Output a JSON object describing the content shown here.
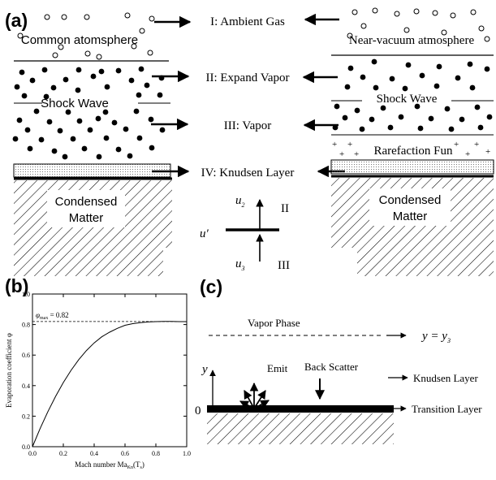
{
  "panel_a": {
    "letter": "(a)",
    "left_top_label": "Common atomsphere",
    "right_top_label": "Near-vacuum atmosphere",
    "left_shock": "Shock Wave",
    "right_shock": "Shock Wave",
    "rarefaction": "Rarefaction Fun",
    "left_condensed": [
      "Condensed",
      "Matter"
    ],
    "right_condensed": [
      "Condensed",
      "Matter"
    ],
    "regions": [
      "I: Ambient Gas",
      "II: Expand Vapor",
      "III: Vapor",
      "IV: Knudsen Layer"
    ],
    "inset": {
      "u2": "u",
      "u2_sub": "2",
      "u3": "u",
      "u3_sub": "3",
      "uprime": "u′",
      "II": "II",
      "III": "III"
    }
  },
  "panel_b": {
    "letter": "(b)",
    "annotation": "φ",
    "annotation_sub": "max",
    "annotation_value": "= 0.82",
    "chart_data": {
      "type": "line",
      "title": "",
      "xlabel": "Mach number Ma",
      "xlabel_sub": "Kn",
      "xlabel_tail": "(T",
      "xlabel_tail_sub": "s",
      "xlabel_end": ")",
      "ylabel": "Evaporation coefficient φ",
      "xlim": [
        0,
        1.0
      ],
      "ylim": [
        0,
        1.0
      ],
      "xticks": [
        "0.0",
        "0.2",
        "0.4",
        "0.6",
        "0.8",
        "1.0"
      ],
      "yticks": [
        "0.0",
        "0.2",
        "0.4",
        "0.6",
        "0.8",
        "1.0"
      ],
      "hline": 0.82,
      "series": [
        {
          "x": [
            0.0,
            0.05,
            0.1,
            0.15,
            0.2,
            0.25,
            0.3,
            0.35,
            0.4,
            0.45,
            0.5,
            0.55,
            0.6,
            0.65,
            0.7,
            0.75,
            0.8,
            0.85,
            0.9,
            0.95,
            1.0
          ],
          "y": [
            0.0,
            0.12,
            0.23,
            0.33,
            0.42,
            0.5,
            0.57,
            0.63,
            0.68,
            0.72,
            0.75,
            0.775,
            0.795,
            0.806,
            0.813,
            0.817,
            0.819,
            0.82,
            0.82,
            0.819,
            0.819
          ]
        }
      ]
    }
  },
  "panel_c": {
    "letter": "(c)",
    "vapor_phase": "Vapor Phase",
    "y_eq": "y = y",
    "y_eq_sub": "3",
    "y_axis": "y",
    "zero": "0",
    "emit": "Emit",
    "back_scatter": "Back Scatter",
    "knudsen": "Knudsen Layer",
    "transition": "Transition Layer"
  }
}
